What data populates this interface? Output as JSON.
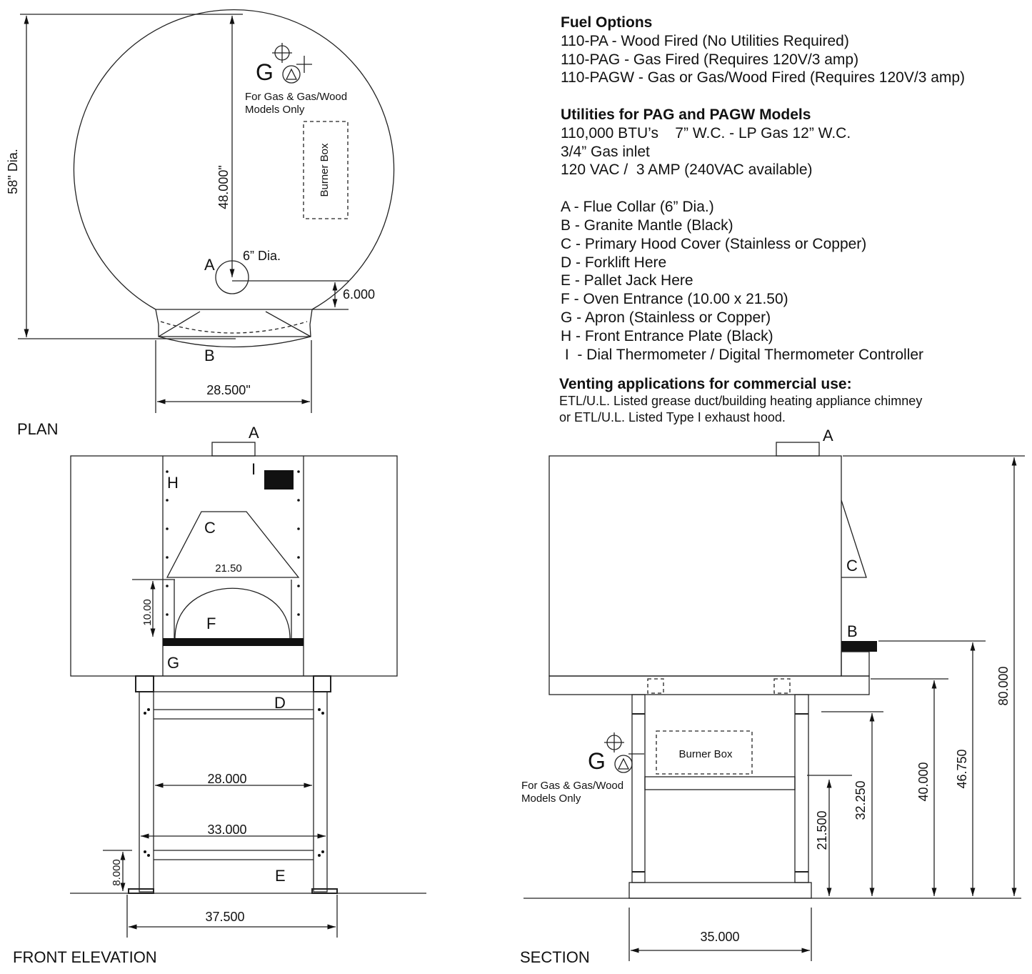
{
  "fuel_options": {
    "heading": "Fuel Options",
    "items": [
      "110-PA - Wood Fired (No Utilities Required)",
      "110-PAG - Gas Fired (Requires 120V/3 amp)",
      "110-PAGW - Gas or Gas/Wood Fired (Requires 120V/3 amp)"
    ]
  },
  "utilities": {
    "heading": "Utilities for PAG and PAGW Models",
    "items": [
      "110,000 BTU’s    7” W.C. - LP Gas 12” W.C.",
      "3/4” Gas inlet",
      "120 VAC /  3 AMP (240VAC available)"
    ]
  },
  "legend": [
    "A - Flue Collar (6” Dia.)",
    "B - Granite Mantle (Black)",
    "C - Primary Hood Cover (Stainless or Copper)",
    "D - Forklift Here",
    "E - Pallet Jack Here",
    "F - Oven Entrance (10.00 x 21.50)",
    "G - Apron (Stainless or Copper)",
    "H - Front Entrance Plate (Black)",
    " I  - Dial Thermometer / Digital Thermometer Controller"
  ],
  "venting": {
    "heading": "Venting applications for commercial use:",
    "lines": [
      "ETL/U.L. Listed grease duct/building heating appliance chimney",
      "or ETL/U.L. Listed Type I exhaust  hood."
    ]
  },
  "plan": {
    "title": "PLAN",
    "dia": "58\" Dia.",
    "depth": "48.000\"",
    "flue_dia": "6” Dia.",
    "offset": "6.000",
    "width": "28.500\"",
    "burner_box": "Burner Box",
    "gas_note": [
      "For Gas & Gas/Wood",
      "Models Only"
    ],
    "labels": {
      "a": "A",
      "b": "B",
      "g": "G"
    }
  },
  "front": {
    "title": "FRONT ELEVATION",
    "labels": {
      "a": "A",
      "h": "H",
      "i": "I",
      "c": "C",
      "f": "F",
      "g": "G",
      "d": "D",
      "e": "E"
    },
    "entrance_width": "21.50",
    "entrance_height": "10.00",
    "dim_28": "28.000",
    "dim_33": "33.000",
    "dim_37": "37.500",
    "dim_8": "8.000"
  },
  "section": {
    "title": "SECTION",
    "labels": {
      "a": "A",
      "b": "B",
      "c": "C",
      "g": "G"
    },
    "burner_box": "Burner Box",
    "gas_note": [
      "For Gas & Gas/Wood",
      "Models Only"
    ],
    "dim_21": "21.500",
    "dim_32": "32.250",
    "dim_40": "40.000",
    "dim_46": "46.750",
    "dim_80": "80.000",
    "dim_35": "35.000"
  }
}
